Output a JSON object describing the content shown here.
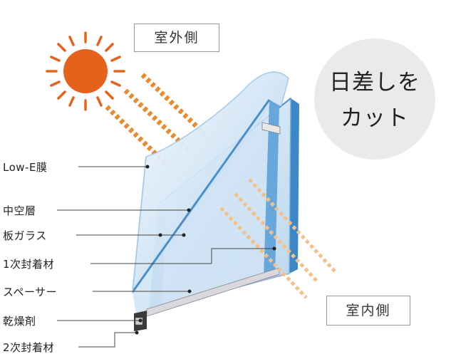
{
  "outside_label": "室外側",
  "inside_label": "室内側",
  "badge": {
    "line1": "日差しを",
    "line2": "カット"
  },
  "layer_labels": [
    "Low-E膜",
    "中空層",
    "板ガラス",
    "1次封着材",
    "スペーサー",
    "乾燥剤",
    "2次封着材"
  ],
  "colors": {
    "sun": "#e5621d",
    "sun_rays": "#e5621d",
    "heat_stripes_outside": "#e98a2f",
    "heat_stripes_inside": "#f4c08a",
    "glass_blue": "#7fb6e0",
    "glass_edge": "#4b8fc9",
    "badge_bg": "#ebeaea"
  }
}
